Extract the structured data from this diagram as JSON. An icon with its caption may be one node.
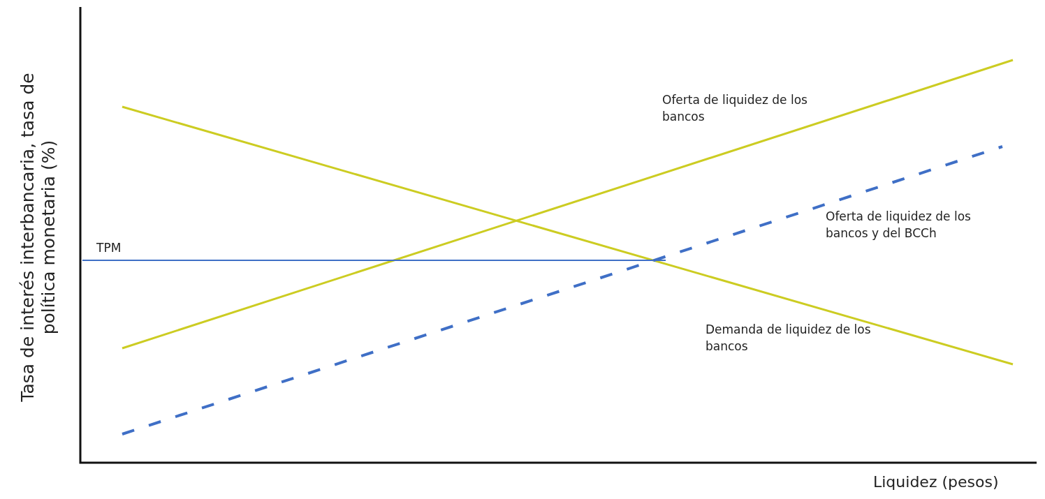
{
  "diagram": {
    "labels": [
      "Oferta de liquidez de los bancos",
      "TPM",
      "Oferta de liquidez de los bancos y del BCCh",
      "Demanda de liquidez de los bancos",
      "Tasa de interés interbancaria, tasa de política monetaria (%)",
      "Liquidez (pesos)"
    ]
  }
}
